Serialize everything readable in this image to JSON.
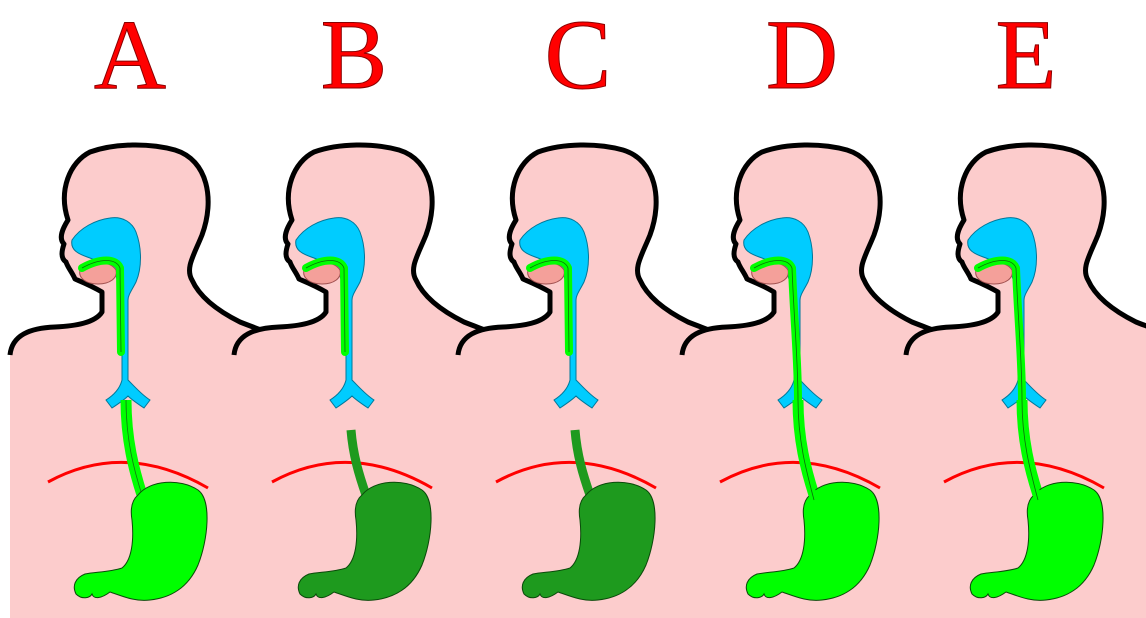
{
  "panels": [
    {
      "label": "A",
      "esophagus": "full",
      "tube_target": "esophagus",
      "stomach_shade": "light"
    },
    {
      "label": "B",
      "esophagus": "partial",
      "tube_target": "esophagus",
      "stomach_shade": "dark"
    },
    {
      "label": "C",
      "esophagus": "partial",
      "tube_target": "esophagus",
      "stomach_shade": "dark"
    },
    {
      "label": "D",
      "esophagus": "full",
      "tube_target": "stomach",
      "stomach_shade": "light"
    },
    {
      "label": "E",
      "esophagus": "full",
      "tube_target": "stomach",
      "stomach_shade": "light"
    }
  ],
  "colors": {
    "background": "#ffffff",
    "body_skin": "#fccccc",
    "body_outline": "#000000",
    "airway_blue": "#00ccff",
    "tongue": "#f4a09a",
    "tube_light_green": "#00ff00",
    "stomach_dark_green": "#1e9a1e",
    "diaphragm_red": "#ff0000",
    "label_red": "#ff0000"
  }
}
